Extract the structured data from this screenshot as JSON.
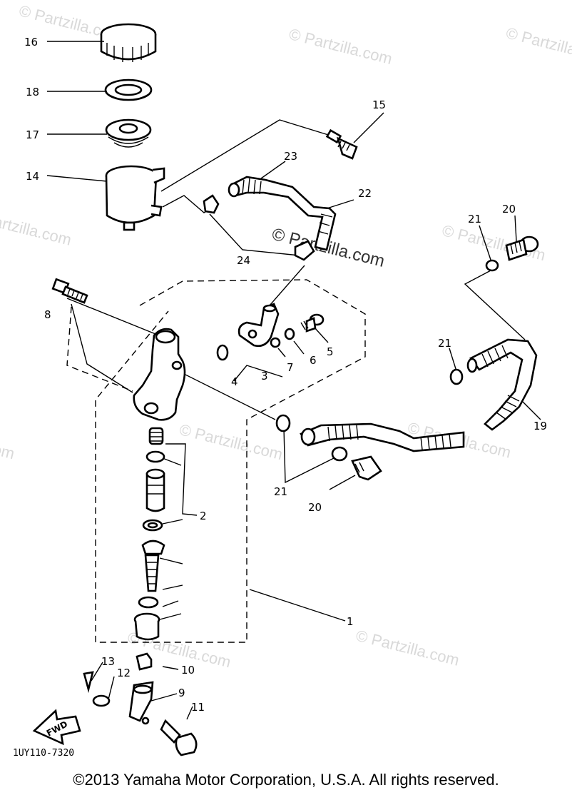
{
  "watermark": "© Partzilla.com",
  "center_watermark": "© Partzilla.com",
  "callouts": {
    "c1": "1",
    "c2": "2",
    "c3": "3",
    "c4": "4",
    "c5": "5",
    "c6": "6",
    "c7": "7",
    "c8": "8",
    "c9": "9",
    "c10": "10",
    "c11": "11",
    "c12": "12",
    "c13": "13",
    "c14": "14",
    "c15": "15",
    "c16": "16",
    "c17": "17",
    "c18": "18",
    "c19": "19",
    "c20a": "20",
    "c20b": "20",
    "c21a": "21",
    "c21b": "21",
    "c21c": "21",
    "c22": "22",
    "c23": "23",
    "c24": "24"
  },
  "fwd_label": "FWD",
  "drawing_code": "1UY110-7320",
  "copyright": "©2013 Yamaha Motor Corporation, U.S.A. All rights reserved."
}
